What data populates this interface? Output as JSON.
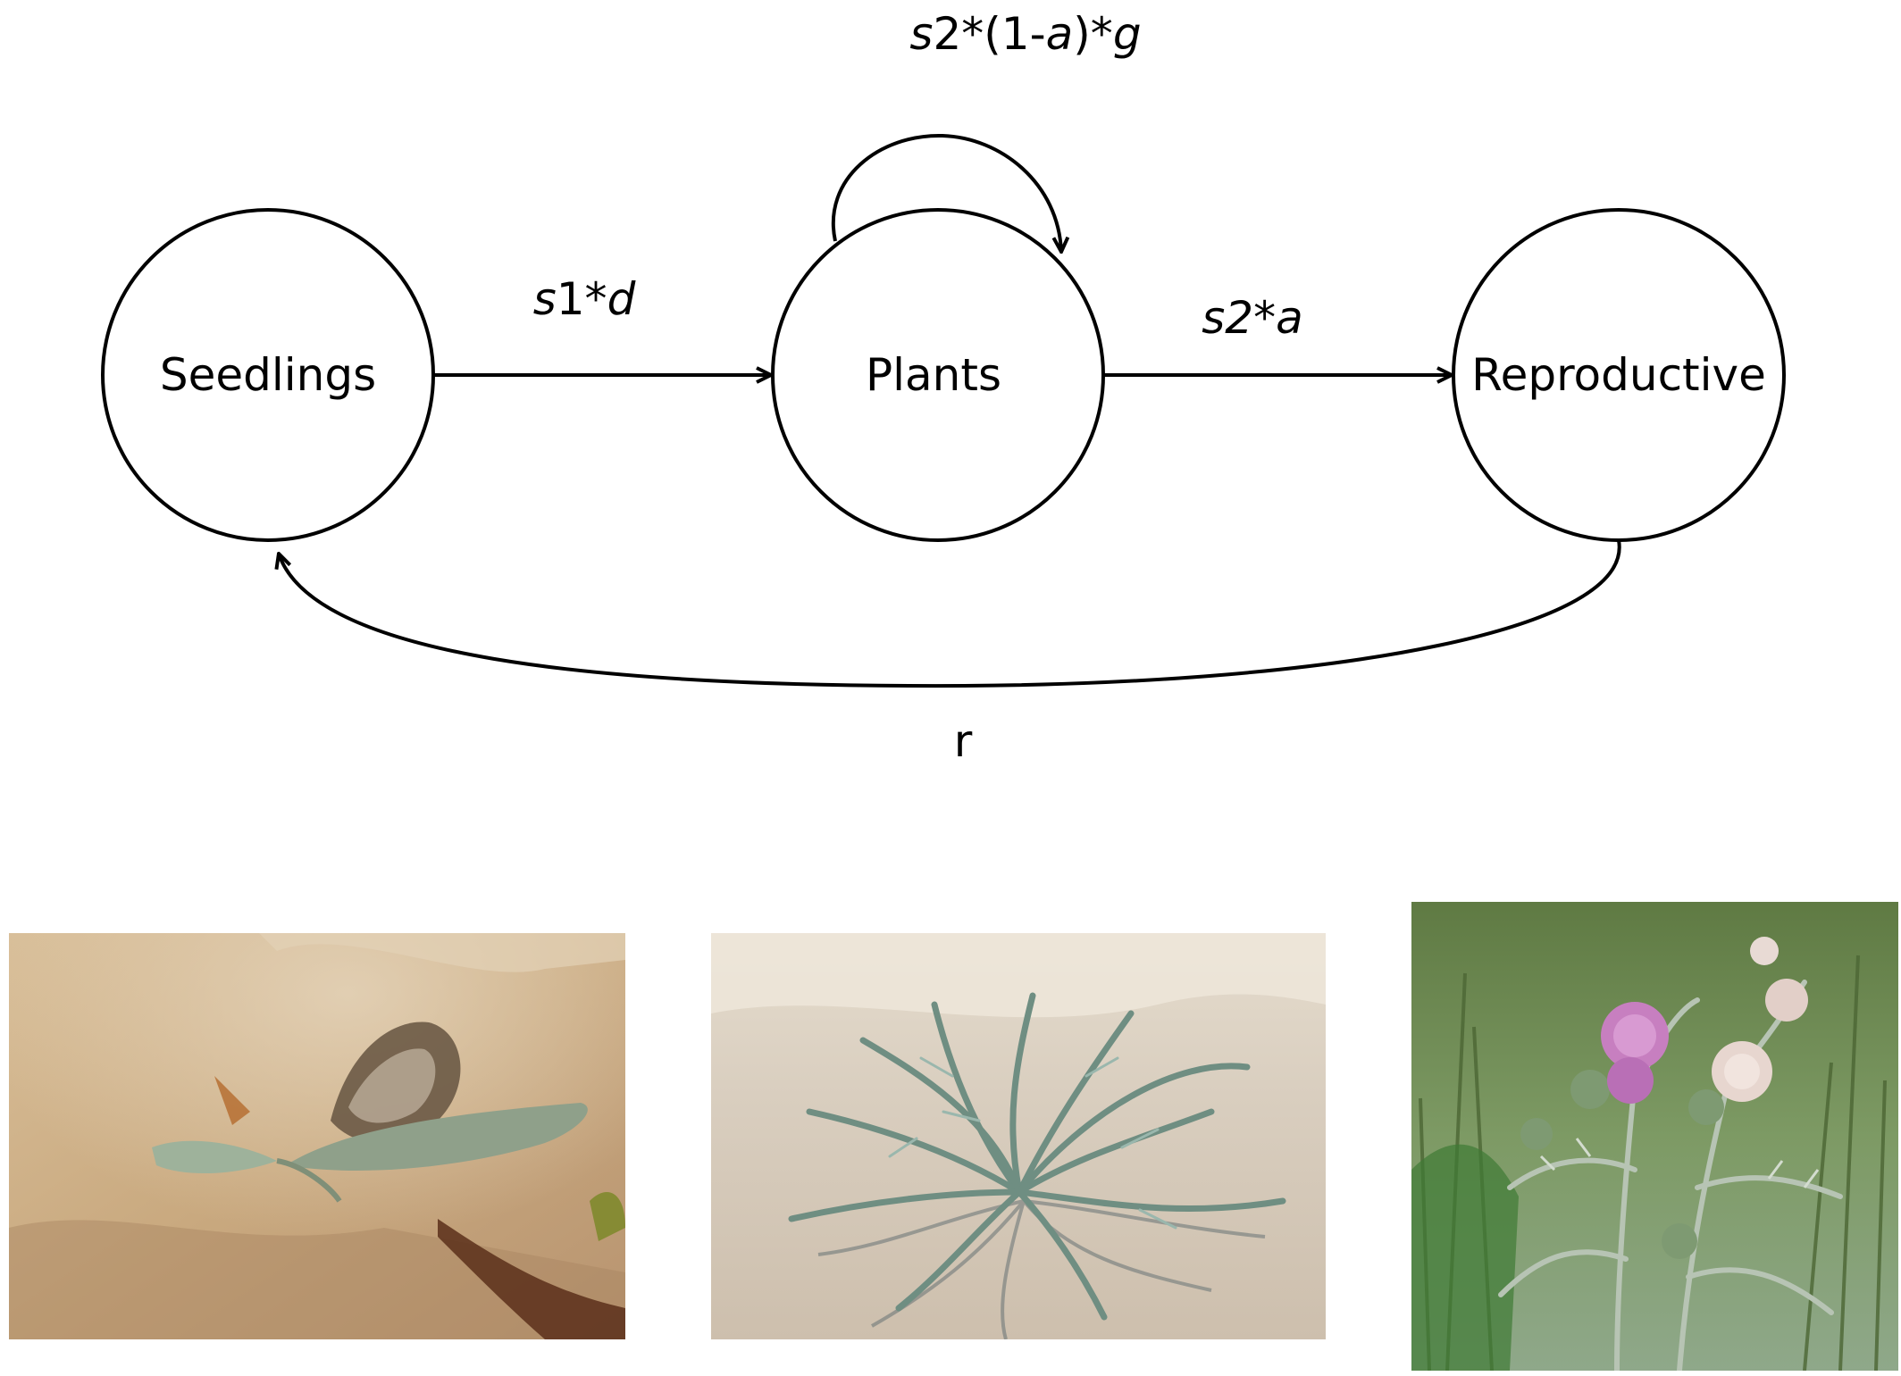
{
  "diagram": {
    "nodes": {
      "seedlings": "Seedlings",
      "plants": "Plants",
      "reproductive": "Reproductive"
    },
    "edges": {
      "plants_self_loop": {
        "parts": [
          {
            "t": "s",
            "i": true
          },
          {
            "t": "2*(1-",
            "i": false
          },
          {
            "t": "a",
            "i": true
          },
          {
            "t": ")*",
            "i": false
          },
          {
            "t": "g",
            "i": true
          }
        ]
      },
      "seedlings_to_plants": {
        "parts": [
          {
            "t": "s",
            "i": true
          },
          {
            "t": "1*",
            "i": false
          },
          {
            "t": "d",
            "i": true
          }
        ]
      },
      "plants_to_reproductive": {
        "parts": [
          {
            "t": "s2*a",
            "i": true
          }
        ]
      },
      "reproductive_to_seedlings": {
        "parts": [
          {
            "t": "r",
            "i": false
          }
        ]
      }
    }
  },
  "photos": [
    {
      "subject": "seedling-on-sand",
      "colors": {
        "bg": "#c9a97f",
        "leaf": "#8fa08a"
      }
    },
    {
      "subject": "rosette-plant-on-sand",
      "colors": {
        "bg": "#d6cbbd",
        "leaf": "#6f8e82"
      }
    },
    {
      "subject": "flowering-thistle",
      "colors": {
        "bg": "#6f8a55",
        "flower": "#c77fc0"
      }
    }
  ]
}
